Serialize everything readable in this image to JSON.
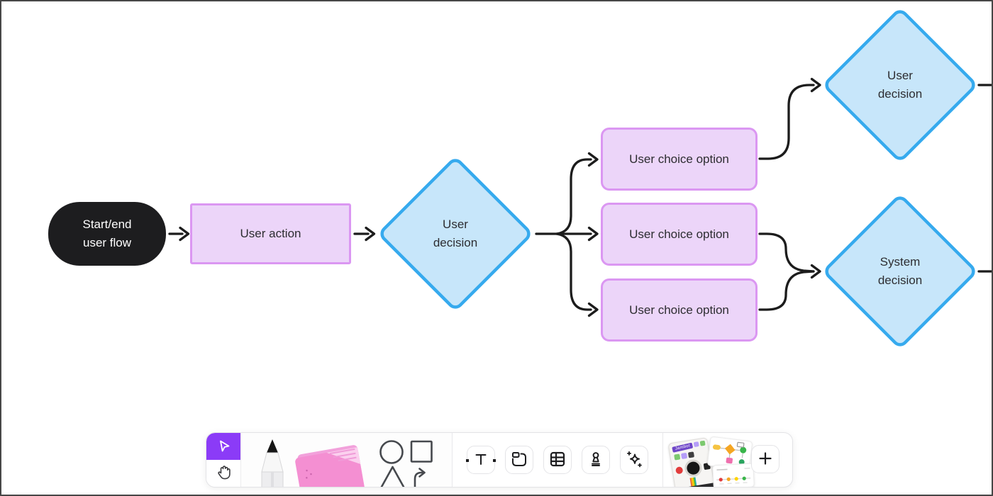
{
  "canvas": {
    "background": "#ffffff",
    "frame_border_color": "#474747",
    "connector_color": "#1c1c1c"
  },
  "flowchart": {
    "nodes": {
      "start": {
        "line1": "Start/end",
        "line2": "user flow",
        "fill": "#1d1d1f",
        "text_color": "#ffffff"
      },
      "user_action": {
        "label": "User action",
        "fill": "#ecd5f9",
        "border": "#db97f2"
      },
      "decision_1": {
        "line1": "User",
        "line2": "decision",
        "fill": "#c7e6fa",
        "border": "#36aaee"
      },
      "choice_1": {
        "label": "User choice option"
      },
      "choice_2": {
        "label": "User choice option"
      },
      "choice_3": {
        "label": "User choice option"
      },
      "decision_2": {
        "line1": "User",
        "line2": "decision"
      },
      "decision_3": {
        "line1": "System",
        "line2": "decision"
      }
    }
  },
  "toolbar": {
    "tools": {
      "select": {
        "name": "Select",
        "active": true,
        "accent": "#8b3bf7"
      },
      "hand": {
        "name": "Hand"
      },
      "marker": {
        "name": "Marker"
      },
      "sticky": {
        "name": "Sticky note",
        "color": "#f48fd2"
      },
      "shapes": {
        "name": "Shapes and connectors"
      },
      "text": {
        "name": "Text"
      },
      "section": {
        "name": "Section"
      },
      "table": {
        "name": "Table"
      },
      "stamp": {
        "name": "Stamp"
      },
      "ai": {
        "name": "AI sparkle"
      },
      "templates": {
        "name": "Templates",
        "jambot_label": "Jambot"
      },
      "add": {
        "name": "Add more tools"
      }
    }
  }
}
